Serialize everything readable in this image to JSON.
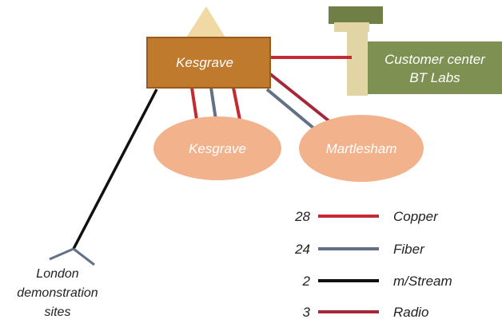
{
  "colors": {
    "hub": "#c07a2e",
    "hub_border": "#9a5a1d",
    "node": "#f2b28c",
    "pole_tan": "#e1d5a6",
    "green_box": "#7e9152",
    "green_top": "#6f7f45",
    "copper": "#c52a33",
    "fiber": "#627185",
    "stream": "#111111",
    "radio": "#a3283a",
    "triangle": "#f0d9a5"
  },
  "hub": {
    "label": "Kesgrave"
  },
  "nodes": [
    {
      "id": "kesgrave",
      "label": "Kesgrave"
    },
    {
      "id": "martlesham",
      "label": "Martlesham"
    }
  ],
  "customer_center": {
    "line1": "Customer center",
    "line2": "BT Labs"
  },
  "london": {
    "lines": [
      "London",
      "demonstration",
      "sites"
    ]
  },
  "legend": [
    {
      "count": "28",
      "label": "Copper",
      "color_key": "copper"
    },
    {
      "count": "24",
      "label": "Fiber",
      "color_key": "fiber"
    },
    {
      "count": "2",
      "label": "m/Stream",
      "color_key": "stream"
    },
    {
      "count": "3",
      "label": "Radio",
      "color_key": "radio"
    }
  ]
}
